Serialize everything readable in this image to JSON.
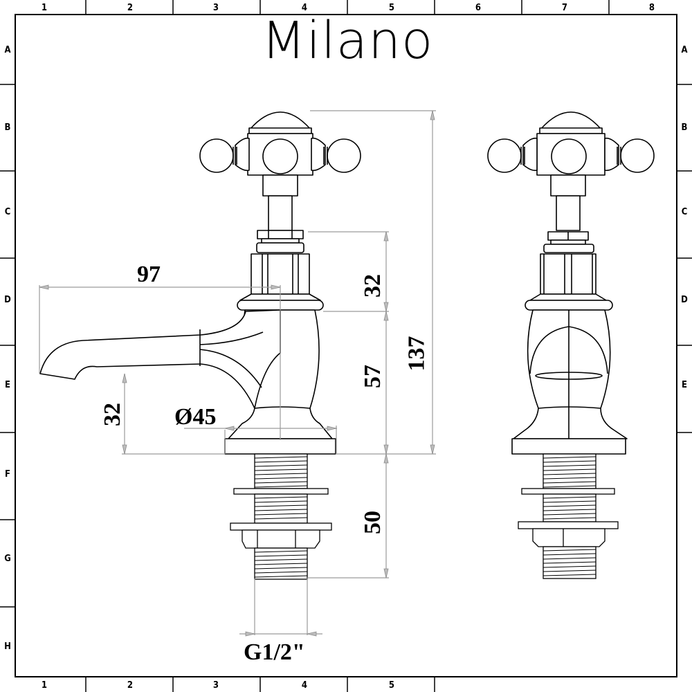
{
  "title": "Milano",
  "grid": {
    "top_columns": [
      "1",
      "2",
      "3",
      "4",
      "5",
      "6",
      "7",
      "8"
    ],
    "bottom_columns": [
      "1",
      "2",
      "3",
      "4",
      "5"
    ],
    "left_rows": [
      "A",
      "B",
      "C",
      "D",
      "E",
      "F",
      "G",
      "H"
    ],
    "right_rows": [
      "A",
      "B",
      "C",
      "D",
      "E"
    ]
  },
  "dimensions": {
    "spout_reach": "97",
    "spout_height": "32",
    "base_diameter": "Ø45",
    "headwork_height": "32",
    "body_height": "57",
    "overall_height": "137",
    "shank_length": "50",
    "thread_size": "G1/2\""
  },
  "views": {
    "side_view": "side-elevation",
    "front_view": "front-elevation"
  },
  "colors": {
    "line": "#000000",
    "dimension_line": "#9a9a9a",
    "background": "#ffffff"
  }
}
